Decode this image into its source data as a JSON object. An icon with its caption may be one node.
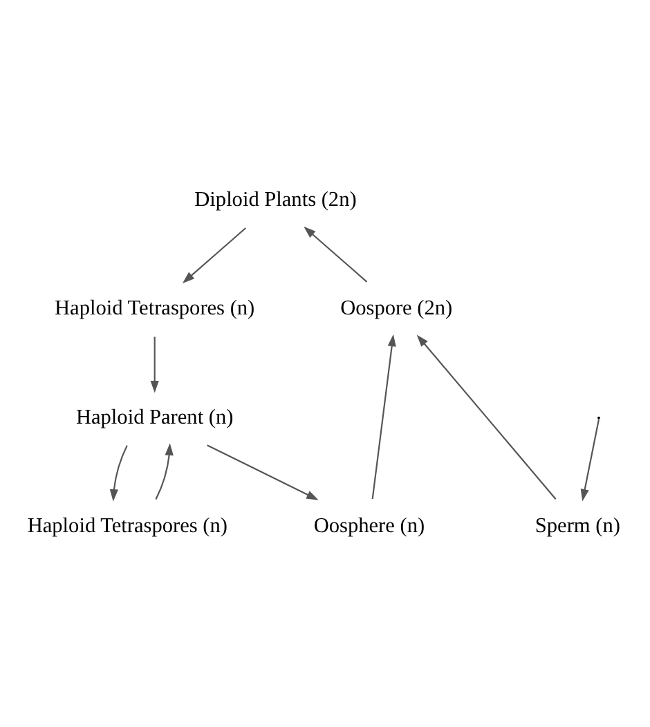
{
  "diagram": {
    "nodes": [
      {
        "text": [
          "Diploid Plants (2n)"
        ]
      },
      {
        "text": [
          "Oospore (2n)"
        ]
      },
      {
        "text": [
          "Haploid Tetraspores (n)"
        ]
      },
      {
        "text": [
          "Oosphere (n)"
        ]
      },
      {
        "text": [
          "Sperm (n)"
        ]
      },
      {
        "text": [
          "Haploid Parent (n)"
        ]
      },
      {
        "text": [
          "Haploid Tetraspores (n)"
        ]
      }
    ],
    "edges": [
      {
        "from": 1,
        "to": 0,
        "arrow": "to"
      },
      {
        "from": 0,
        "to": 2,
        "arrow": "to"
      },
      {
        "from": 2,
        "to": 5,
        "arrow": "to"
      },
      {
        "from": 3,
        "to": 1,
        "arrow": "to"
      },
      {
        "from": 4,
        "to": 1,
        "arrow": "to"
      },
      {
        "from": 5,
        "to": 3,
        "arrow": "to"
      },
      {
        "from": null,
        "to": 4,
        "arrow": "to"
      },
      {
        "from": 5,
        "to": 6,
        "arrow": "to"
      },
      {
        "from": 6,
        "to": 5,
        "arrow": "to"
      }
    ]
  }
}
